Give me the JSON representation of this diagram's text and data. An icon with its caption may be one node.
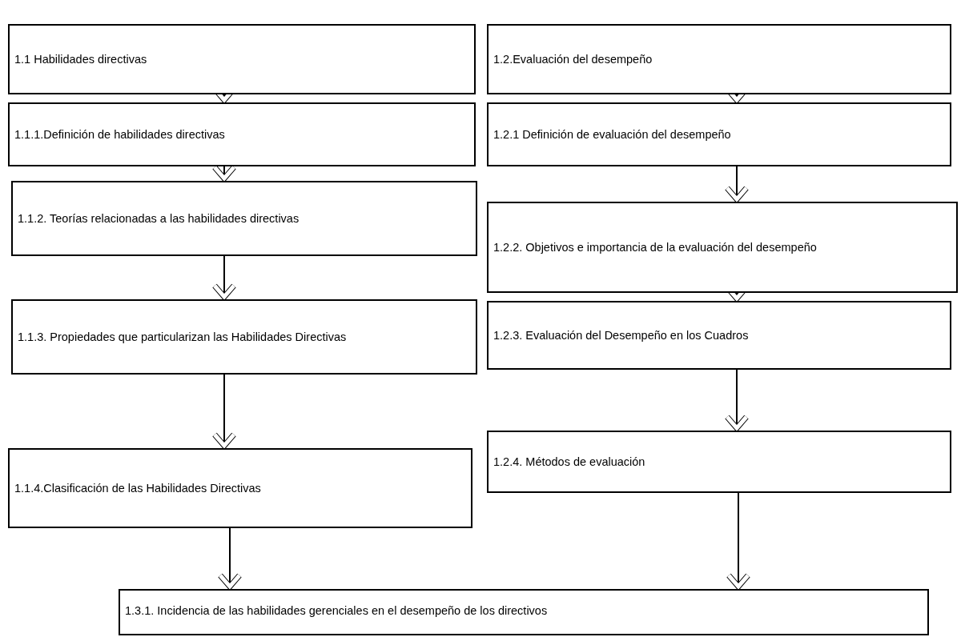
{
  "diagram": {
    "nodes": [
      {
        "text": [
          "1.1 Habilidades directivas"
        ]
      },
      {
        "text": [
          "1.1.1.Definición de habilidades directivas"
        ]
      },
      {
        "text": [
          "1.1.2. Teorías relacionadas a las habilidades directivas"
        ]
      },
      {
        "text": [
          "1.1.3. Propiedades que particularizan las Habilidades Directivas"
        ]
      },
      {
        "text": [
          "1.1.4.Clasificación de las Habilidades Directivas"
        ]
      },
      {
        "text": [
          "1.2.Evaluación del desempeño"
        ]
      },
      {
        "text": [
          "1.2.1 Definición de evaluación del desempeño"
        ]
      },
      {
        "text": [
          "1.2.2. Objetivos e importancia de la evaluación del desempeño"
        ]
      },
      {
        "text": [
          "1.2.3. Evaluación del Desempeño en los Cuadros"
        ]
      },
      {
        "text": [
          "1.2.4. Métodos de evaluación"
        ]
      },
      {
        "text": [
          "1.3.1. Incidencia de  las habilidades gerenciales en el desempeño de los directivos"
        ]
      }
    ],
    "edges": [
      {
        "from": 0,
        "to": 1,
        "arrow": "to"
      },
      {
        "from": 1,
        "to": 2,
        "arrow": "to"
      },
      {
        "from": 2,
        "to": 3,
        "arrow": "to"
      },
      {
        "from": 3,
        "to": 4,
        "arrow": "to"
      },
      {
        "from": 4,
        "to": 10,
        "arrow": "to"
      },
      {
        "from": 5,
        "to": 6,
        "arrow": "to"
      },
      {
        "from": 6,
        "to": 7,
        "arrow": "to"
      },
      {
        "from": 7,
        "to": 8,
        "arrow": "to"
      },
      {
        "from": 8,
        "to": 9,
        "arrow": "to"
      },
      {
        "from": 9,
        "to": 10,
        "arrow": "to"
      }
    ]
  }
}
